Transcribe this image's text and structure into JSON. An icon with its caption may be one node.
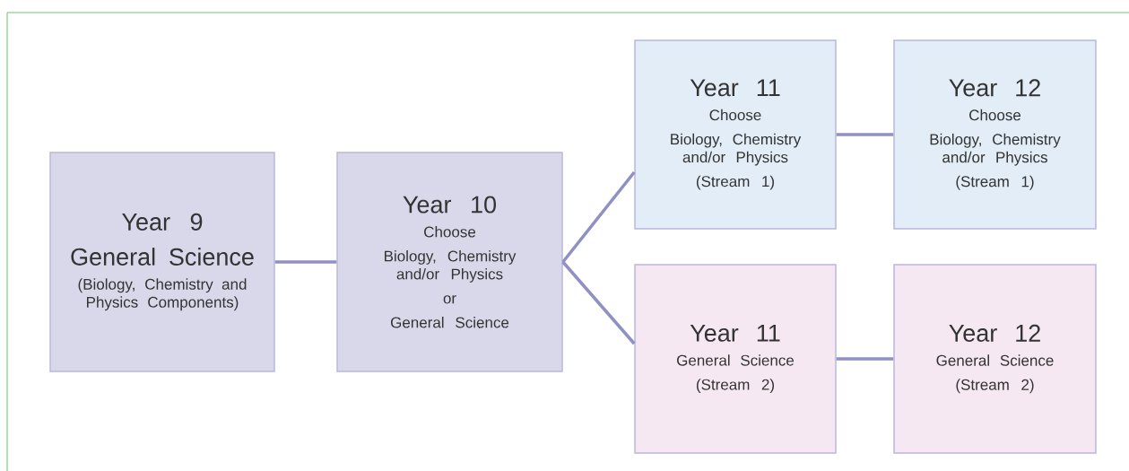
{
  "diagram": {
    "nodes": [
      {
        "text": [
          "Year 9",
          "General Science",
          "(Biology, Chemistry and Physics Components)"
        ]
      },
      {
        "text": [
          "Year 10",
          "Choose",
          "Biology, Chemistry and/or Physics",
          "or",
          "General Science"
        ]
      },
      {
        "text": [
          "Year 11",
          "Choose",
          "Biology, Chemistry and/or Physics",
          "(Stream 1)"
        ]
      },
      {
        "text": [
          "Year 12",
          "Choose",
          "Biology, Chemistry and/or Physics",
          "(Stream 1)"
        ]
      },
      {
        "text": [
          "Year 11",
          "General Science",
          "(Stream 2)"
        ]
      },
      {
        "text": [
          "Year 12",
          "General Science",
          "(Stream 2)"
        ]
      }
    ],
    "edges": [
      {
        "from": 0,
        "to": 1,
        "arrow": "none"
      },
      {
        "from": 1,
        "to": 2,
        "arrow": "none"
      },
      {
        "from": 1,
        "to": 4,
        "arrow": "none"
      },
      {
        "from": 2,
        "to": 3,
        "arrow": "none"
      },
      {
        "from": 4,
        "to": 5,
        "arrow": "none"
      }
    ]
  }
}
